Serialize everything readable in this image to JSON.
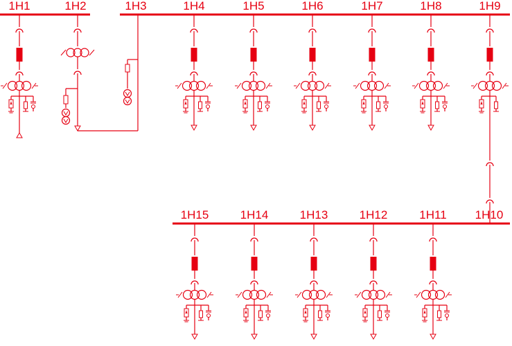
{
  "colors": {
    "line": "#e60012",
    "background": "#ffffff"
  },
  "top_panels": [
    {
      "label": "1H1",
      "kind": "feeder-up"
    },
    {
      "label": "1H2",
      "kind": "pt"
    },
    {
      "label": "1H3",
      "kind": "metering"
    },
    {
      "label": "1H4",
      "kind": "feeder"
    },
    {
      "label": "1H5",
      "kind": "feeder"
    },
    {
      "label": "1H6",
      "kind": "feeder"
    },
    {
      "label": "1H7",
      "kind": "feeder"
    },
    {
      "label": "1H8",
      "kind": "feeder"
    },
    {
      "label": "1H9",
      "kind": "bus-tie"
    }
  ],
  "bottom_panels": [
    {
      "label": "1H15",
      "kind": "feeder"
    },
    {
      "label": "1H14",
      "kind": "feeder"
    },
    {
      "label": "1H13",
      "kind": "feeder"
    },
    {
      "label": "1H12",
      "kind": "feeder"
    },
    {
      "label": "1H11",
      "kind": "feeder"
    },
    {
      "label": "1H10",
      "kind": "bus-riser"
    }
  ]
}
